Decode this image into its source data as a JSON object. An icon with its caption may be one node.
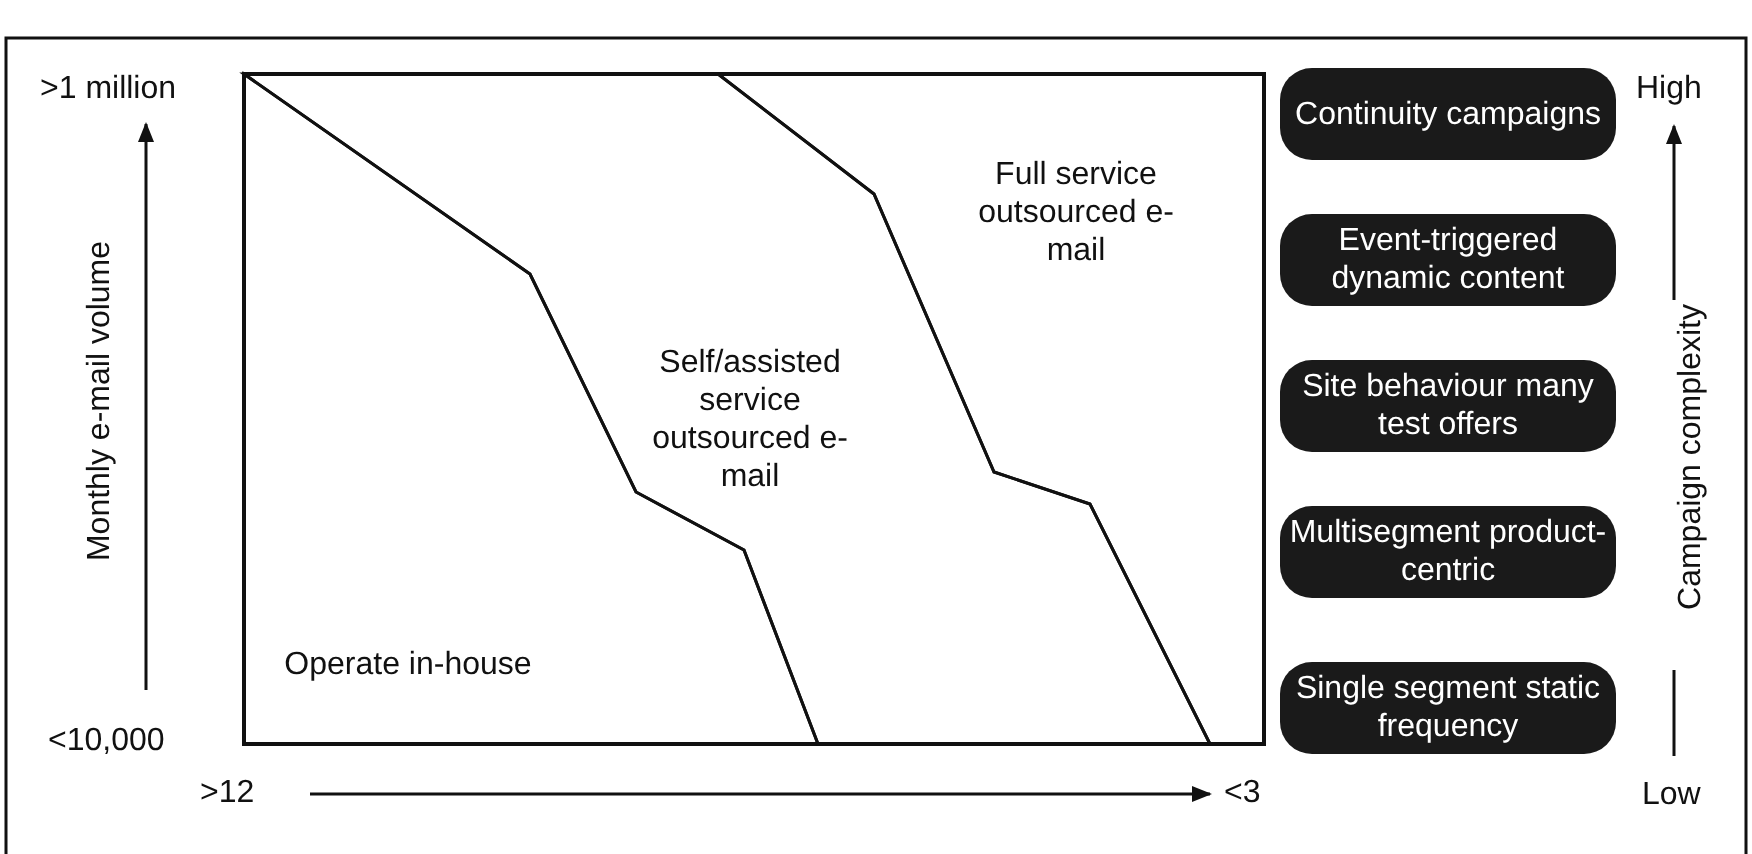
{
  "diagram": {
    "nodes": [
      {
        "text": [
          "Operate in-house"
        ]
      },
      {
        "text": [
          "Self/assisted service outsourced e-mail"
        ]
      },
      {
        "text": [
          "Full service outsourced e-mail"
        ]
      },
      {
        "text": [
          "Continuity campaigns"
        ]
      },
      {
        "text": [
          "Event-triggered dynamic content"
        ]
      },
      {
        "text": [
          "Site behaviour many test offers"
        ]
      },
      {
        "text": [
          "Multisegment product-centric"
        ]
      },
      {
        "text": [
          "Single segment static frequency"
        ]
      }
    ],
    "edges": [],
    "labels": [
      ">1 million",
      "Monthly e-mail volume",
      "<10,000",
      ">12",
      "<3",
      "High",
      "Campaign complexity",
      "Low"
    ]
  }
}
